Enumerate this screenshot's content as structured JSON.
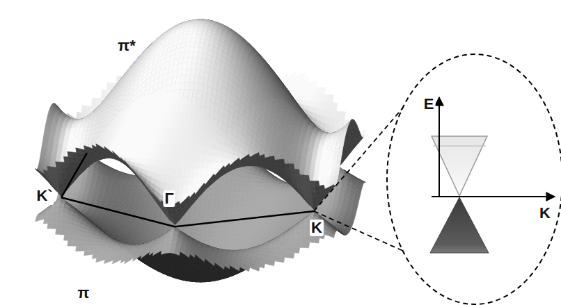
{
  "diagram": {
    "labels": [
      "π*",
      "K`",
      "Γ",
      "K",
      "π",
      "E",
      "K"
    ]
  }
}
